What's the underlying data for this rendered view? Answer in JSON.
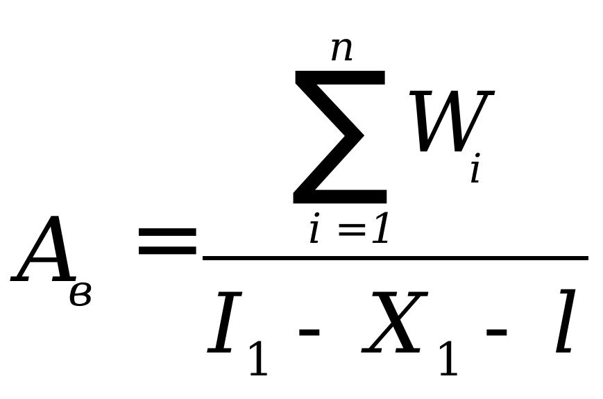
{
  "formula": {
    "lhs": {
      "symbol": "A",
      "subscript": "в"
    },
    "equals": "=",
    "numerator": {
      "operator": "∑",
      "upper_limit": "n",
      "lower_limit": "i =1",
      "term": "W",
      "term_subscript": "i"
    },
    "denominator": {
      "term1": "I",
      "term1_subscript": "1",
      "minus1": "-",
      "term2": "X",
      "term2_subscript": "1",
      "minus2": "-",
      "term3": "l"
    }
  }
}
